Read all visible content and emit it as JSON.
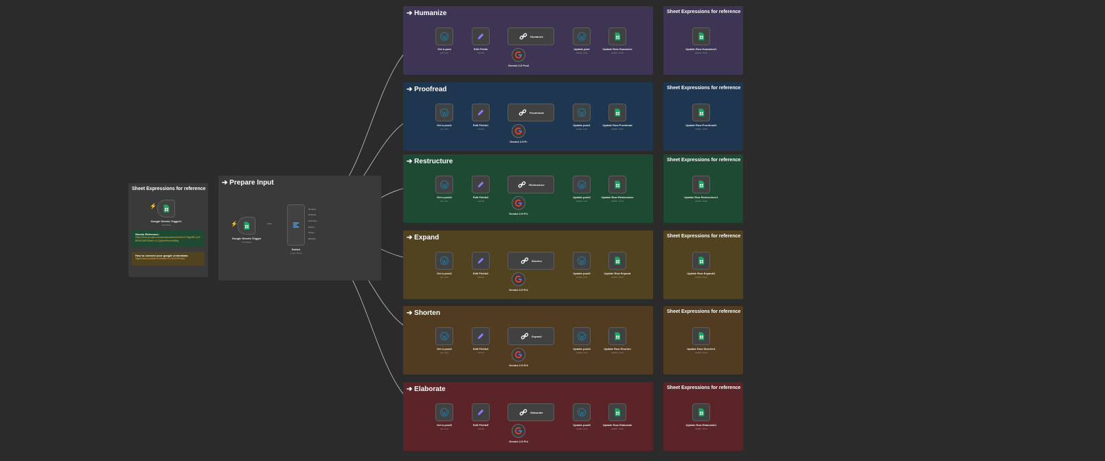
{
  "left_note": {
    "title": "Sheet Expressions for reference",
    "node_label": "Google Sheets Trigger1",
    "node_sub": "rowUpdate",
    "sheets_ref_heading": "Sheets Reference:",
    "sheets_ref_link": "https://docs.google.com/spreadsheets/d/1sBiYuFV5gc0Bh-QzFBRkZL5dRZ1b6cn-VLQjAsdxRvsm/edit#g",
    "howto_heading": "How to connect your google credentials:",
    "howto_link": "https://www.youtube.com/watch?v=Sh3UIPrsi4u"
  },
  "prepare_input": {
    "title": "➔ Prepare Input",
    "trigger_label": "Google Sheets Trigger",
    "trigger_sub": "rowUpdate",
    "edge_label": "1 item",
    "switch_label": "Switch",
    "switch_sub": "mode: Rules",
    "outputs": [
      "Humanize",
      "Proofread",
      "Restructure",
      "Expand",
      "Shorten",
      "Elaborate"
    ]
  },
  "rows": [
    {
      "title": "➔ Humanize",
      "get": "Get a post",
      "edit": "Edit Fields",
      "agent": "Humanize",
      "gemini": "Gemini 2.5 Pro3",
      "update_post": "Update post",
      "update_row": "Update Row Humanize",
      "ref_title": "Sheet Expressions for reference",
      "ref_node": "Update Row Humanize1"
    },
    {
      "title": "➔ Proofread",
      "get": "Get a post1",
      "edit": "Edit Fields1",
      "agent": "Proofreade",
      "gemini": "Gemini 2.5 Pr",
      "update_post": "Update post1",
      "update_row": "Update Row Proofread",
      "ref_title": "Sheet Expressions for reference",
      "ref_node": "Update Row Proofread1"
    },
    {
      "title": "➔ Restructure",
      "get": "Get a post3",
      "edit": "Edit Fields3",
      "agent": "Restructure",
      "gemini": "Gemini 2.5 Pr1",
      "update_post": "Update post3",
      "update_row": "Update Row Restructure",
      "ref_title": "Sheet Expressions for reference",
      "ref_node": "Update Row Restructure1"
    },
    {
      "title": "➔ Expand",
      "get": "Get a post2",
      "edit": "Edit Fields2",
      "agent": "Shorten",
      "gemini": "Gemini 2.5 Pr2",
      "update_post": "Update post2",
      "update_row": "Update Row Expand",
      "ref_title": "Sheet Expressions for reference",
      "ref_node": "Update Row Expand1"
    },
    {
      "title": "➔ Shorten",
      "get": "Get a post4",
      "edit": "Edit Fields4",
      "agent": "Expand",
      "gemini": "Gemini 2.5 Pr3",
      "update_post": "Update post4",
      "update_row": "Update Row Shorten",
      "ref_title": "Sheet Expressions for reference",
      "ref_node": "Update Row Shorten1"
    },
    {
      "title": "➔ Elaborate",
      "get": "Get a post5",
      "edit": "Edit Fields5",
      "agent": "Elaborate",
      "gemini": "Gemini 2.5 Pr4",
      "update_post": "Update post5",
      "update_row": "Update Row Elaborate",
      "ref_title": "Sheet Expressions for reference",
      "ref_node": "Update Row Elaborate1"
    }
  ],
  "subs": {
    "get": "get: post",
    "edit": "manual",
    "update_post": "update: post",
    "update_row": "update: sheet"
  },
  "colors": {
    "canvas": "#2b2b2b",
    "humanize": "#3d3553",
    "proofread": "#1f3650",
    "restructure": "#1e4a33",
    "expand": "#514320",
    "shorten": "#513c22",
    "elaborate": "#5a2429",
    "gray_note": "#3a3a3a",
    "connector": "#c8c8c8",
    "sheets_green": "#1fa463",
    "wordpress_blue": "#21759b",
    "edit_purple": "#8a7cf8"
  }
}
